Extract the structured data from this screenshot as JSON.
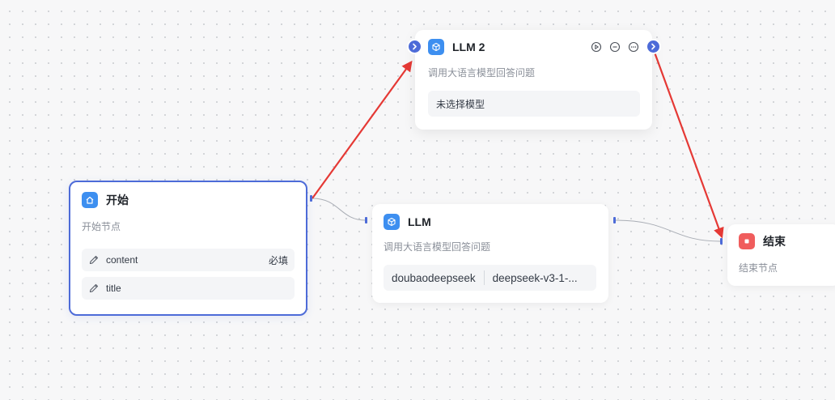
{
  "colors": {
    "accent": "#4d6bd8",
    "edge_highlight": "#e53935",
    "edge_default": "#a9adb5",
    "llm_icon_bg": "#3d8ff0",
    "end_icon_bg": "#f05d5d"
  },
  "nodes": {
    "start": {
      "title": "开始",
      "description": "开始节点",
      "icon": "home-icon",
      "params": [
        {
          "name": "content",
          "required_label": "必填",
          "icon": "pencil-icon"
        },
        {
          "name": "title",
          "icon": "pencil-icon"
        }
      ]
    },
    "llm2": {
      "title": "LLM 2",
      "description": "调用大语言模型回答问题",
      "icon": "cube-icon",
      "model_placeholder": "未选择模型",
      "actions": [
        "play-icon",
        "minus-circle-icon",
        "more-icon"
      ]
    },
    "llm": {
      "title": "LLM",
      "description": "调用大语言模型回答问题",
      "icon": "cube-icon",
      "provider": "doubaodeepseek",
      "model": "deepseek-v3-1-..."
    },
    "end": {
      "title": "结束",
      "description": "结束节点",
      "icon": "stop-icon"
    }
  }
}
